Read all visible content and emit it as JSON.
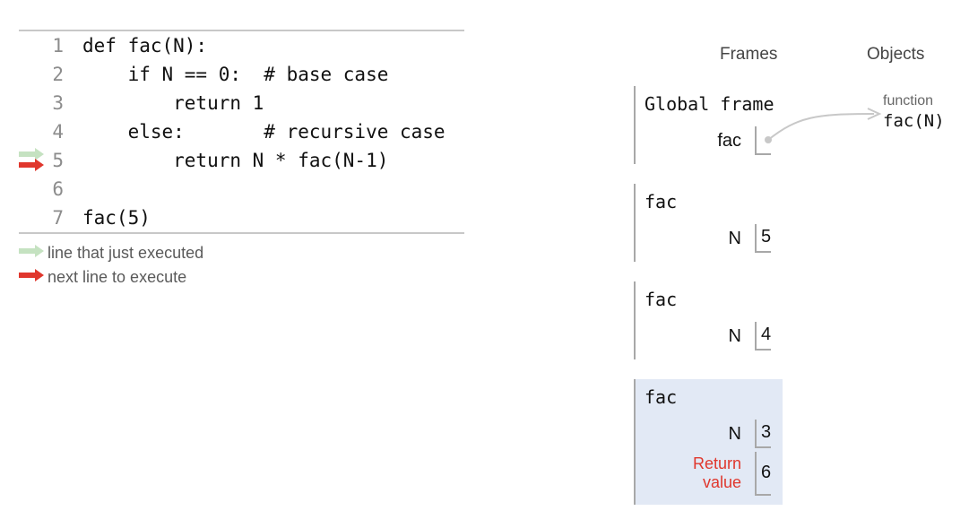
{
  "code": {
    "lines": [
      {
        "number": "1",
        "text": "def fac(N):"
      },
      {
        "number": "2",
        "text": "    if N == 0:  # base case"
      },
      {
        "number": "3",
        "text": "        return 1"
      },
      {
        "number": "4",
        "text": "    else:       # recursive case"
      },
      {
        "number": "5",
        "text": "        return N * fac(N-1)"
      },
      {
        "number": "6",
        "text": ""
      },
      {
        "number": "7",
        "text": "fac(5)"
      }
    ],
    "just_executed_line": 5,
    "next_line": 5
  },
  "legend": {
    "just_executed_label": "line that just executed",
    "next_line_label": "next line to execute"
  },
  "visualizer": {
    "frames_header": "Frames",
    "objects_header": "Objects",
    "global_frame": {
      "title": "Global frame",
      "var_name": "fac"
    },
    "frames": [
      {
        "title": "fac",
        "var_name": "N",
        "var_value": "5"
      },
      {
        "title": "fac",
        "var_name": "N",
        "var_value": "4"
      },
      {
        "title": "fac",
        "var_name": "N",
        "var_value": "3",
        "return_label": "Return value",
        "return_value": "6",
        "active": true
      }
    ],
    "function_object": {
      "type_label": "function",
      "name": "fac(N)"
    }
  },
  "colors": {
    "just_executed_arrow": "#c5e2c1",
    "next_line_arrow": "#e0372d",
    "active_frame_bg": "#e2e9f5",
    "return_label": "#e0372d"
  }
}
